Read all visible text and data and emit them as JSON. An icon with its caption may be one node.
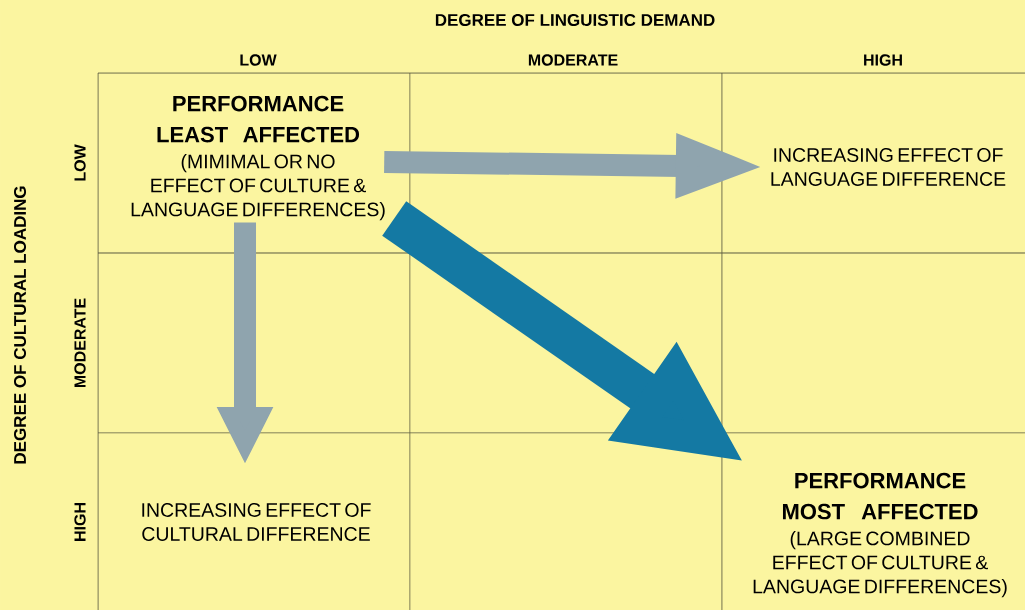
{
  "diagram": {
    "nodes": [
      {
        "text": [
          "PERFORMANCE LEAST AFFECTED",
          "(MIMIMAL OR NO EFFECT OF CULTURE & LANGUAGE DIFFERENCES)"
        ]
      },
      {
        "text": [
          "INCREASING EFFECT OF LANGUAGE DIFFERENCE"
        ]
      },
      {
        "text": [
          "INCREASING EFFECT OF CULTURAL DIFFERENCE"
        ]
      },
      {
        "text": [
          "PERFORMANCE MOST AFFECTED",
          "(LARGE COMBINED EFFECT OF CULTURE & LANGUAGE DIFFERENCES)"
        ]
      }
    ],
    "edges": [
      {
        "from": 0,
        "to": 1,
        "arrow": "to"
      },
      {
        "from": 0,
        "to": 2,
        "arrow": "to"
      },
      {
        "from": 0,
        "to": 3,
        "arrow": "to",
        "style": "thick",
        "color": "#1479a3"
      }
    ],
    "labels": [
      "DEGREE OF LINGUISTIC DEMAND",
      "LOW",
      "MODERATE",
      "HIGH",
      "DEGREE OF CULTURAL LOADING",
      "LOW",
      "MODERATE",
      "HIGH"
    ]
  }
}
